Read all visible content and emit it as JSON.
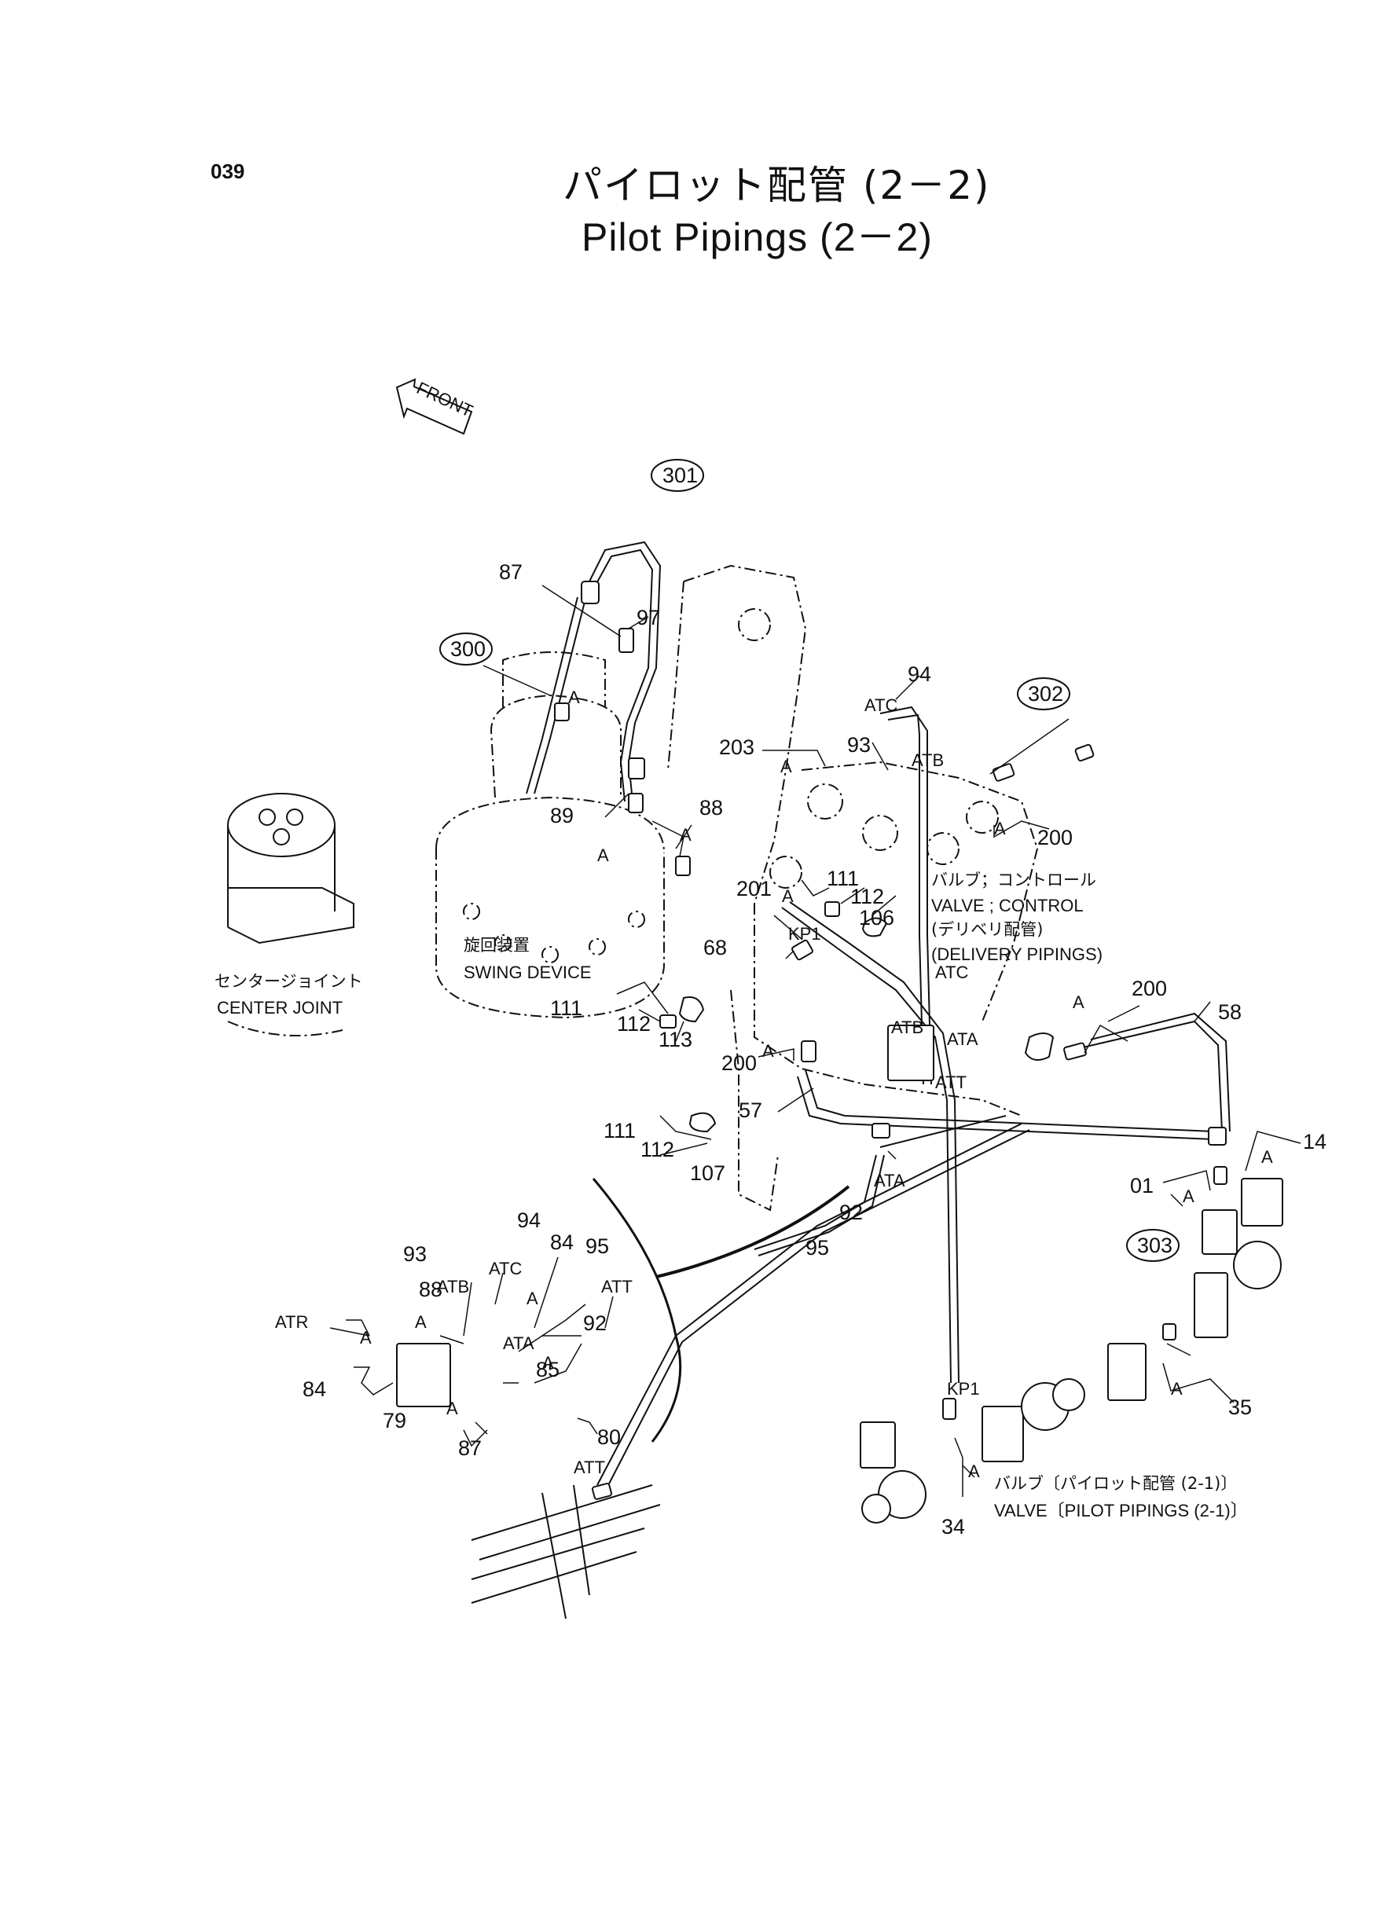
{
  "page_number": "039",
  "title_jp": "パイロット配管 (2－2)",
  "title_en": "Pilot Pipings (2－2)",
  "front_arrow": "FRONT",
  "circled_refs": [
    "301",
    "300",
    "302",
    "303"
  ],
  "components": {
    "swing_device_jp": "旋回装置",
    "swing_device_en": "SWING DEVICE",
    "center_joint_jp": "センタージョイント",
    "center_joint_en": "CENTER JOINT",
    "valve_control_jp": "バルブ；コントロール",
    "valve_control_en": "VALVE ; CONTROL",
    "delivery_jp": "(デリベリ配管)",
    "delivery_en": "(DELIVERY PIPINGS)",
    "valve_pilot_jp": "バルブ〔パイロット配管 (2-1)〕",
    "valve_pilot_en": "VALVE〔PILOT PIPINGS (2-1)〕"
  },
  "port_labels": {
    "atc": "ATC",
    "atb": "ATB",
    "ata": "ATA",
    "att": "ATT",
    "atr": "ATR",
    "kp1": "KP1",
    "a": "A"
  },
  "part_numbers": {
    "p87": "87",
    "p97": "97",
    "p94": "94",
    "p93": "93",
    "p203": "203",
    "p88": "88",
    "p89": "89",
    "p200": "200",
    "p111": "111",
    "p112": "112",
    "p106": "106",
    "p201": "201",
    "p68": "68",
    "p113": "113",
    "p58": "58",
    "p57": "57",
    "p107": "107",
    "p92": "92",
    "p14": "14",
    "p01": "01",
    "p95": "95",
    "p84": "84",
    "p85": "85",
    "p80": "80",
    "p79": "79",
    "p35": "35",
    "p34": "34"
  }
}
